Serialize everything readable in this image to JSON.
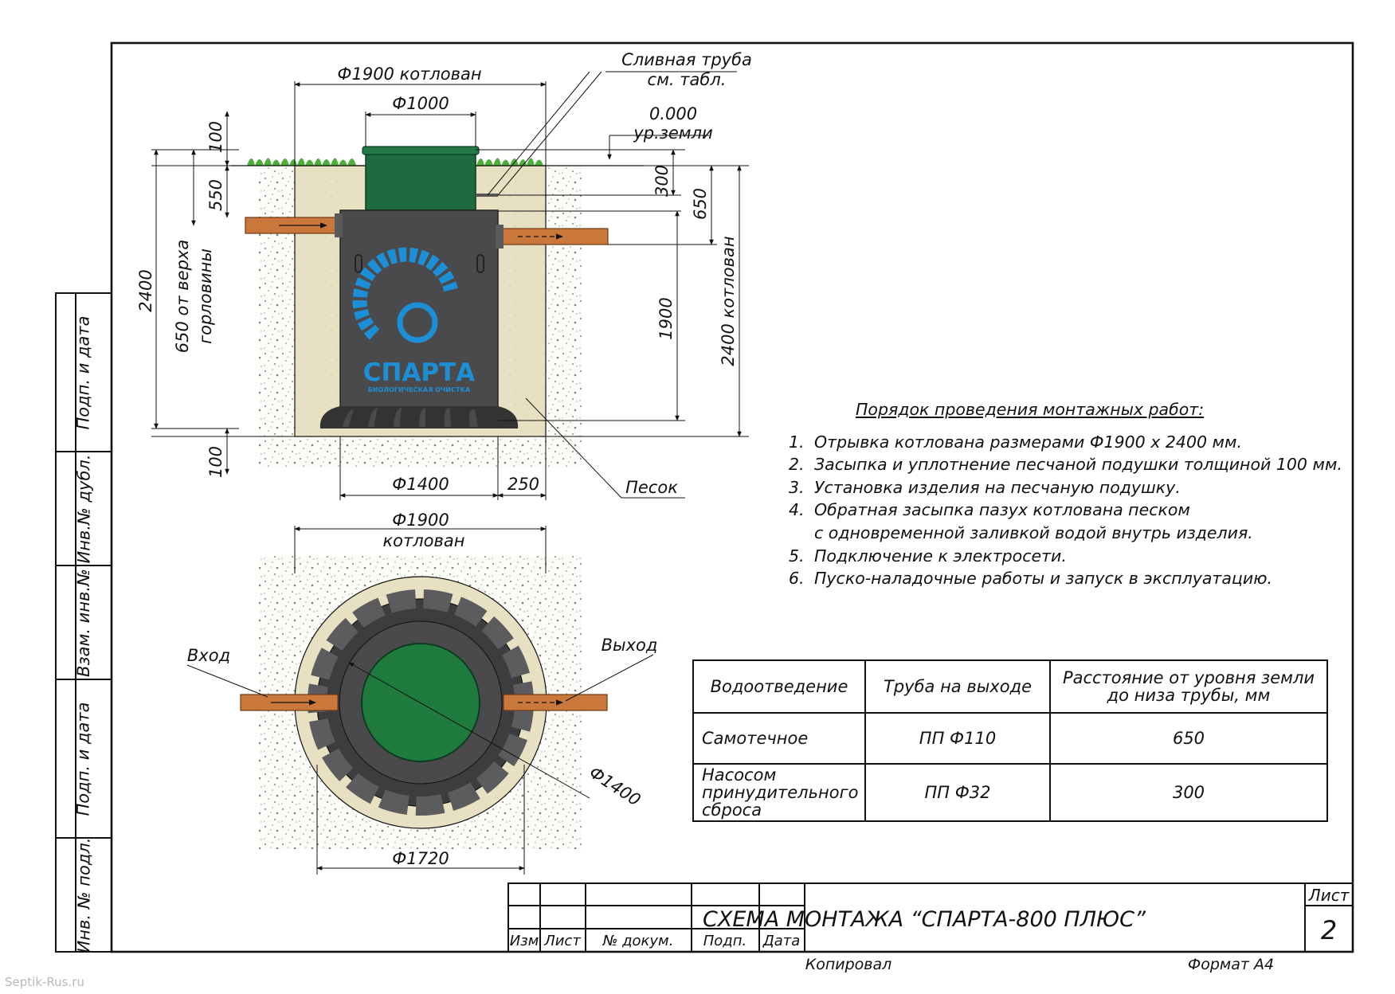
{
  "title_block": {
    "drawing_title": "СХЕМА МОНТАЖА  “СПАРТА-800 ПЛЮС”",
    "sheet_label": "Лист",
    "sheet_number": "2",
    "cols": [
      "Изм",
      "Лист",
      "№ докум.",
      "Подп.",
      "Дата"
    ],
    "copied": "Копировал",
    "format": "Формат  А4"
  },
  "side_stamps": [
    "Подп. и дата",
    "Инв.№ дубл.",
    "Взам. инв.№",
    "Подп. и дата",
    "Инв. № подл."
  ],
  "watermark": "Septik-Rus.ru",
  "section_view": {
    "dim_pit_top": "Ф1900 котлован",
    "dim_neck": "Ф1000",
    "drain_label_1": "Сливная труба",
    "drain_label_2": "см. табл.",
    "ground_level_1": "0.000",
    "ground_level_2": "ур.земли",
    "dim_100_top": "100",
    "dim_550": "550",
    "dim_2400": "2400",
    "dim_650_neck_1": "650 от верха",
    "dim_650_neck_2": "горловины",
    "dim_300": "300",
    "dim_650": "650",
    "dim_1900": "1900",
    "dim_2400_pit": "2400 котлован",
    "dim_100_bottom": "100",
    "dim_base": "Ф1400",
    "dim_gap": "250",
    "sand_label": "Песок",
    "logo_brand": "СПАРТА",
    "logo_sub": "БИОЛОГИЧЕСКАЯ ОЧИСТКА"
  },
  "plan_view": {
    "dim_pit_1": "Ф1900",
    "dim_pit_2": "котлован",
    "inlet": "Вход",
    "outlet": "Выход",
    "dim_body": "Ф1400",
    "dim_outer": "Ф1720"
  },
  "installation": {
    "title": "Порядок проведения монтажных работ:",
    "steps": [
      {
        "num": "1.",
        "text": "Отрывка котлована размерами Ф1900 х 2400 мм."
      },
      {
        "num": "2.",
        "text": "Засыпка и уплотнение песчаной подушки толщиной 100 мм."
      },
      {
        "num": "3.",
        "text": "Установка изделия на песчаную подушку."
      },
      {
        "num": "4.",
        "text": "Обратная засыпка пазух котлована песком"
      },
      {
        "num": "",
        "text": "с одновременной заливкой водой внутрь изделия."
      },
      {
        "num": "5.",
        "text": "Подключение к электросети."
      },
      {
        "num": "6.",
        "text": "Пуско-наладочные работы и запуск в эксплуатацию."
      }
    ]
  },
  "pipe_table": {
    "headers": [
      "Водоотведение",
      "Труба на выходе",
      "Расстояние от уровня земли до низа трубы, мм"
    ],
    "rows": [
      [
        "Самотечное",
        "ПП Ф110",
        "650"
      ],
      [
        "Насосом принудительного сброса",
        "ПП Ф32",
        "300"
      ]
    ]
  },
  "colors": {
    "sand": "#e8e0c2",
    "soil_dots": "#8f8f8f",
    "tank_body": "#4a4a4c",
    "tank_neck": "#1e6b3f",
    "plan_lid": "#1f7a3e",
    "pipe": "#c9773a",
    "grass": "#4caf3a",
    "logo_blue": "#1d8fd6"
  }
}
